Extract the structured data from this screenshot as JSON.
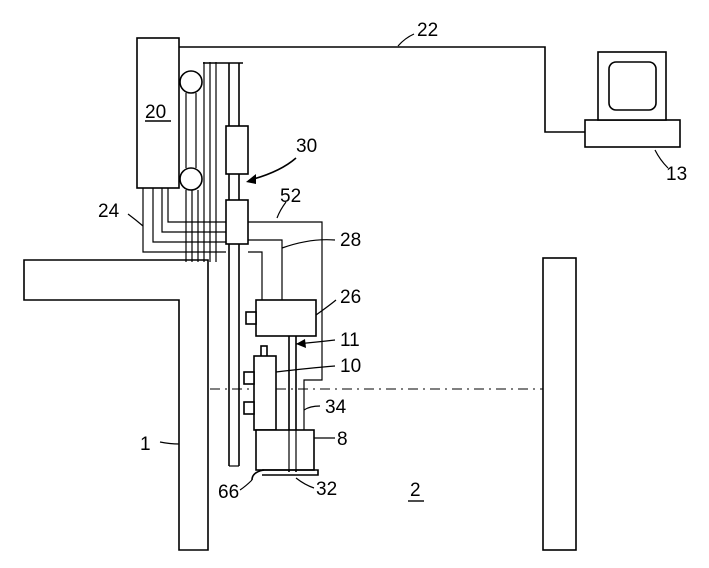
{
  "labels": {
    "l22": "22",
    "l20": "20",
    "l30": "30",
    "l13": "13",
    "l24": "24",
    "l52": "52",
    "l28": "28",
    "l26": "26",
    "l11": "11",
    "l10": "10",
    "l34": "34",
    "l8": "8",
    "l1": "1",
    "l66": "66",
    "l32": "32",
    "l2": "2"
  }
}
